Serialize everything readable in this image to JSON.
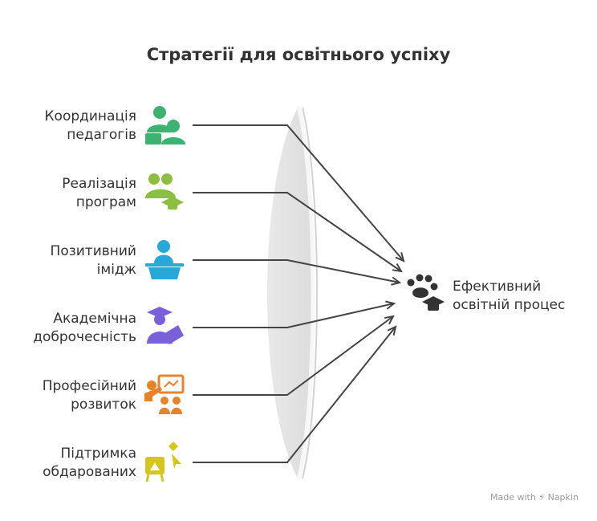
{
  "title": "Стратегії для освітнього успіху",
  "strategies": [
    {
      "line1": "Координація",
      "line2": "педагогів",
      "icon": "teachers-icon",
      "color": "#3cb371"
    },
    {
      "line1": "Реалізація",
      "line2": "програм",
      "icon": "program-graduate-icon",
      "color": "#8cbf3f"
    },
    {
      "line1": "Позитивний",
      "line2": "імідж",
      "icon": "speaker-podium-icon",
      "color": "#26a9d8"
    },
    {
      "line1": "Академічна",
      "line2": "доброчесність",
      "icon": "graduate-reading-icon",
      "color": "#7b61d9"
    },
    {
      "line1": "Професійний",
      "line2": "розвиток",
      "icon": "presentation-icon",
      "color": "#e8832a"
    },
    {
      "line1": "Підтримка",
      "line2": "обдарованих",
      "icon": "gifted-easel-icon",
      "color": "#d6c51e"
    }
  ],
  "target": {
    "line1": "Ефективний",
    "line2": "освітній процес",
    "icon": "paw-graduate-icon",
    "color": "#333333"
  },
  "footer": {
    "made_with": "Made with",
    "brand": "Napkin"
  }
}
